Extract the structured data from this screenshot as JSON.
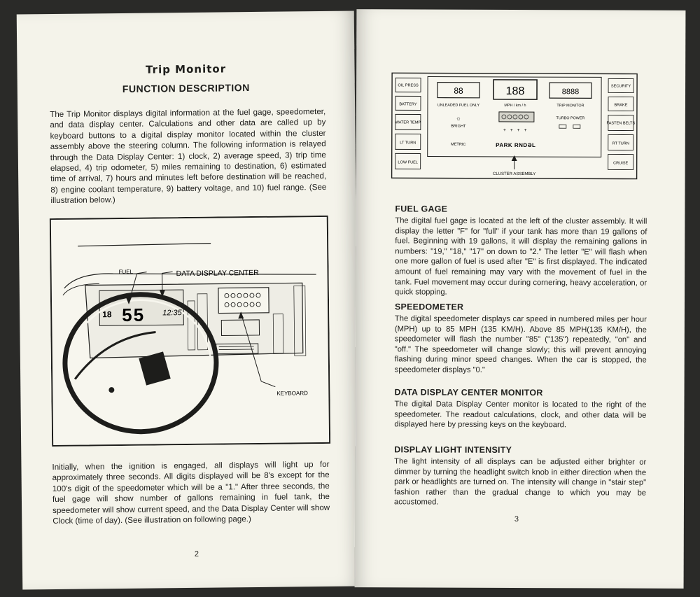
{
  "left_page": {
    "title": "Trip Monitor",
    "subtitle": "FUNCTION DESCRIPTION",
    "intro": "The Trip Monitor displays digital information at the fuel gage, speedometer, and data display center. Calculations and other data are called up by keyboard buttons to a digital display monitor located within the cluster assembly above the steering column. The following information is relayed through the Data Display Center: 1) clock, 2) average speed, 3) trip time elapsed, 4) trip odometer, 5) miles remaining to destination, 6) estimated time of arrival, 7) hours and minutes left before destination will be reached, 8) engine coolant temperature, 9) battery voltage, and 10) fuel range. (See illustration below.)",
    "illustration": {
      "fuel_label": "FUEL",
      "ddc_label": "DATA DISPLAY CENTER",
      "keyboard_label": "KEYBOARD",
      "fuel_digits": "18",
      "speed_digits": "55",
      "clock_digits": "12:35"
    },
    "outro": "Initially, when the ignition is engaged, all displays will light up for approximately three seconds. All digits displayed will be 8's except for the 100's digit of the speedometer which will be a \"1.\" After three seconds, the fuel gage will show number of gallons remaining in fuel tank, the speedometer will show current speed, and the Data Display Center will show Clock (time of day). (See illustration on following page.)",
    "page_number": "2"
  },
  "right_page": {
    "cluster": {
      "left_labels": [
        "OIL PRESS",
        "BATTERY",
        "WATER TEMP",
        "LT TURN",
        "LOW FUEL"
      ],
      "right_labels": [
        "SECURITY",
        "BRAKE",
        "FASTEN BELTS",
        "RT TURN",
        "CRUISE"
      ],
      "fuel_digits": "88",
      "speed_digits": "188",
      "trip_digits": "8888",
      "fuel_caption": "UNLEADED FUEL ONLY",
      "speed_caption": "MPH / km / h",
      "trip_caption": "TRIP MONITOR",
      "bright_label": "BRIGHT",
      "metric_label": "METRIC",
      "turbo_label": "TURBO POWER",
      "gear_label": "PARK RNDƏL",
      "caption": "CLUSTER ASSEMBLY"
    },
    "sections": [
      {
        "heading": "FUEL GAGE",
        "body": "The digital fuel gage is located at the left of the cluster assembly. It will display the letter \"F\" for \"full\" if your tank has more than 19 gallons of fuel. Beginning with 19 gallons, it will display the remaining gallons in numbers: \"19,\" \"18,\" \"17\" on down to \"2.\" The letter \"E\" will flash when one more gallon of fuel is used after \"E\" is first displayed. The indicated amount of fuel remaining may vary with the movement of fuel in the tank. Fuel movement may occur during cornering, heavy acceleration, or quick stopping."
      },
      {
        "heading": "SPEEDOMETER",
        "body": "The digital speedometer displays car speed in numbered miles per hour (MPH) up to 85 MPH (135 KM/H). Above 85 MPH(135 KM/H), the speedometer will flash the number \"85\" (\"135\") repeatedly, \"on\" and \"off.\" The speedometer will change slowly; this will prevent annoying flashing during minor speed changes. When the car is stopped, the speedometer displays \"0.\""
      },
      {
        "heading": "DATA DISPLAY CENTER MONITOR",
        "body": "The digital Data Display Center monitor is located to the right of the speedometer. The readout calculations, clock, and other data will be displayed here by pressing keys on the keyboard."
      },
      {
        "heading": "DISPLAY LIGHT INTENSITY",
        "body": "The light intensity of all displays can be adjusted either brighter or dimmer by turning the headlight switch knob in either direction when the park or headlights are turned on. The intensity will change in \"stair step\" fashion rather than the gradual change to which you may be accustomed."
      }
    ],
    "page_number": "3"
  }
}
